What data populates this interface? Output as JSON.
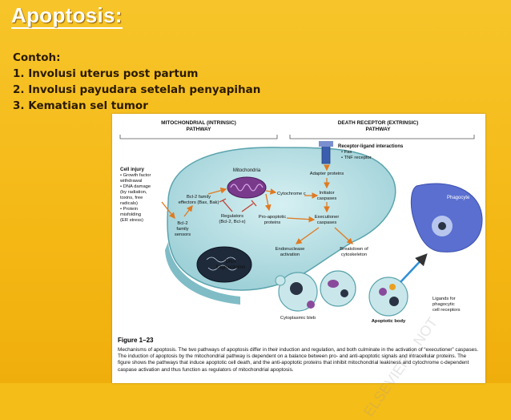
{
  "slide": {
    "title": "Apoptosis:",
    "intro_label": "Contoh:",
    "examples": [
      "1.  Involusi uterus post partum",
      "2.  Involusi payudara setelah penyapihan",
      "3.  Kematian sel tumor"
    ]
  },
  "figure": {
    "header_intrinsic": [
      "MITOCHONDRIAL (INTRINSIC)",
      "PATHWAY"
    ],
    "header_extrinsic": [
      "DEATH RECEPTOR (EXTRINSIC)",
      "PATHWAY"
    ],
    "cell_injury": [
      "Cell injury",
      "• Growth factor",
      "  withdrawal",
      "• DNA damage",
      "  (by radiation,",
      "  toxins, free",
      "  radicals)",
      "• Protein",
      "  misfolding",
      "  (ER stress)"
    ],
    "mitochondria": "Mitochondria",
    "bcl2_effectors": [
      "Bcl-2 family",
      "effectors (Bax, Bak)"
    ],
    "bcl2_sensors": [
      "Bcl-2",
      "family",
      "sensors"
    ],
    "regulators": [
      "Regulators",
      "(Bcl-2, Bcl-x)"
    ],
    "cytochrome": "Cytochrome c",
    "pro_apoptotic": [
      "Pro-apoptotic",
      "proteins"
    ],
    "receptor_ligand": [
      "Receptor-ligand interactions",
      "• Fas",
      "• TNF receptor"
    ],
    "adapter": "Adapter proteins",
    "initiator": [
      "Initiator",
      "caspases"
    ],
    "executioner": [
      "Executioner",
      "caspases"
    ],
    "endonuclease": [
      "Endonuclease",
      "activation"
    ],
    "breakdown": [
      "Breakdown of",
      "cytoskeleton"
    ],
    "dna_frag": [
      "DNA",
      "fragmentation"
    ],
    "phagocyte": "Phagocyte",
    "ligands": [
      "Ligands for",
      "phagocytic",
      "cell receptors"
    ],
    "bleb": "Cytoplasmic bleb",
    "apoptotic_body": "Apoptotic body",
    "fig_label": "Figure 1–23",
    "caption": "Mechanisms of apoptosis. The two pathways of apoptosis differ in their induction and regulation, and both culminate in the activation of “executioner” caspases. The induction of apoptosis by the mitochondrial pathway is dependent on a balance between pro- and anti-apoptotic signals and intracellular proteins. The figure shows the pathways that induce apoptotic cell death, and the anti-apoptotic proteins that inhibit mitochondrial leakiness and cytochrome c-dependent caspase activation and thus function as regulators of mitochondrial apoptosis.",
    "watermark": "ELSEVIER – NOT"
  },
  "colors": {
    "background": "#f5bd18",
    "cell": "#b8e0e6",
    "mitochondria": "#7a3a8c",
    "arrow": "#e07a20"
  }
}
